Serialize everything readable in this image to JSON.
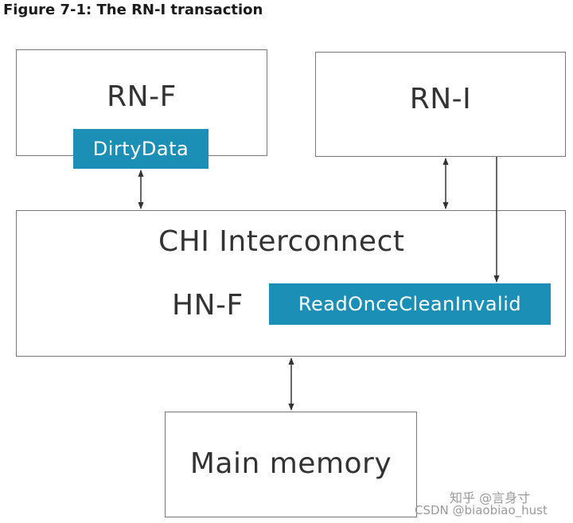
{
  "figure": {
    "caption": "Figure 7-1: The RN-I transaction"
  },
  "nodes": {
    "rn_f": {
      "label": "RN-F",
      "tag": "DirtyData"
    },
    "rn_i": {
      "label": "RN-I"
    },
    "interconnect": {
      "label": "CHI Interconnect",
      "hn_f_label": "HN-F",
      "tag": "ReadOnceCleanInvalid"
    },
    "memory": {
      "label": "Main memory"
    }
  },
  "colors": {
    "tag_fill": "#1b8fb6",
    "box_border": "#777777",
    "text": "#333333"
  },
  "watermarks": {
    "zhihu": "知乎 @言身寸",
    "csdn": "CSDN @biaobiao_hust"
  }
}
